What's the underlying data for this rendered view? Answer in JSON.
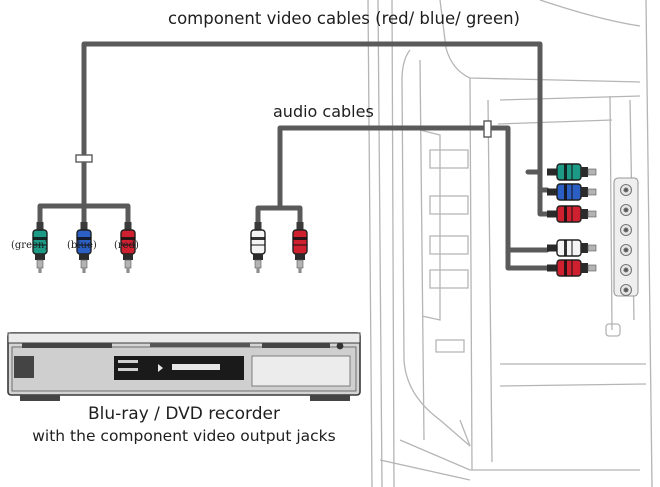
{
  "labels": {
    "component_cables": "component video cables (red/ blue/ green)",
    "audio_cables": "audio cables",
    "plug_green": "(green)",
    "plug_blue": "(blue)",
    "plug_red": "(red)",
    "device_line1": "Blu-ray / DVD recorder",
    "device_line2": "with the component video output jacks"
  },
  "colors": {
    "cable": "#5a5a5a",
    "green": "#1c9a86",
    "blue": "#2b5fc4",
    "red": "#cf2030",
    "white": "#f4f4f4",
    "metal": "#a9a9a9",
    "device": "#d4d4d4",
    "tv_line": "#b5b5b5"
  },
  "icons": {
    "tv": "tv-side-panel-icon",
    "device": "bluray-recorder-icon",
    "cable_break": "cable-break-icon"
  }
}
